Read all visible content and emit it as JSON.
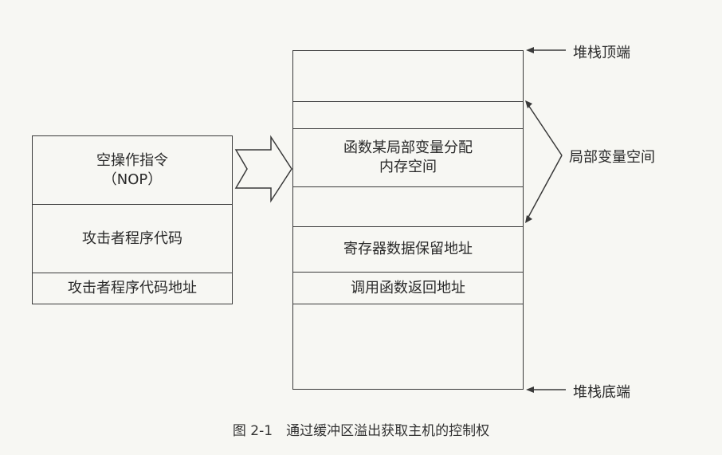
{
  "left_block": {
    "nop_line1": "空操作指令",
    "nop_line2": "（NOP）",
    "attacker_code": "攻击者程序代码",
    "attacker_code_addr": "攻击者程序代码地址"
  },
  "stack": {
    "local_var_line1": "函数某局部变量分配",
    "local_var_line2": "内存空间",
    "saved_registers": "寄存器数据保留地址",
    "return_address": "调用函数返回地址"
  },
  "annotations": {
    "stack_top": "堆栈顶端",
    "stack_bottom": "堆栈底端",
    "local_var_space": "局部变量空间"
  },
  "caption": "图 2-1　通过缓冲区溢出获取主机的控制权"
}
